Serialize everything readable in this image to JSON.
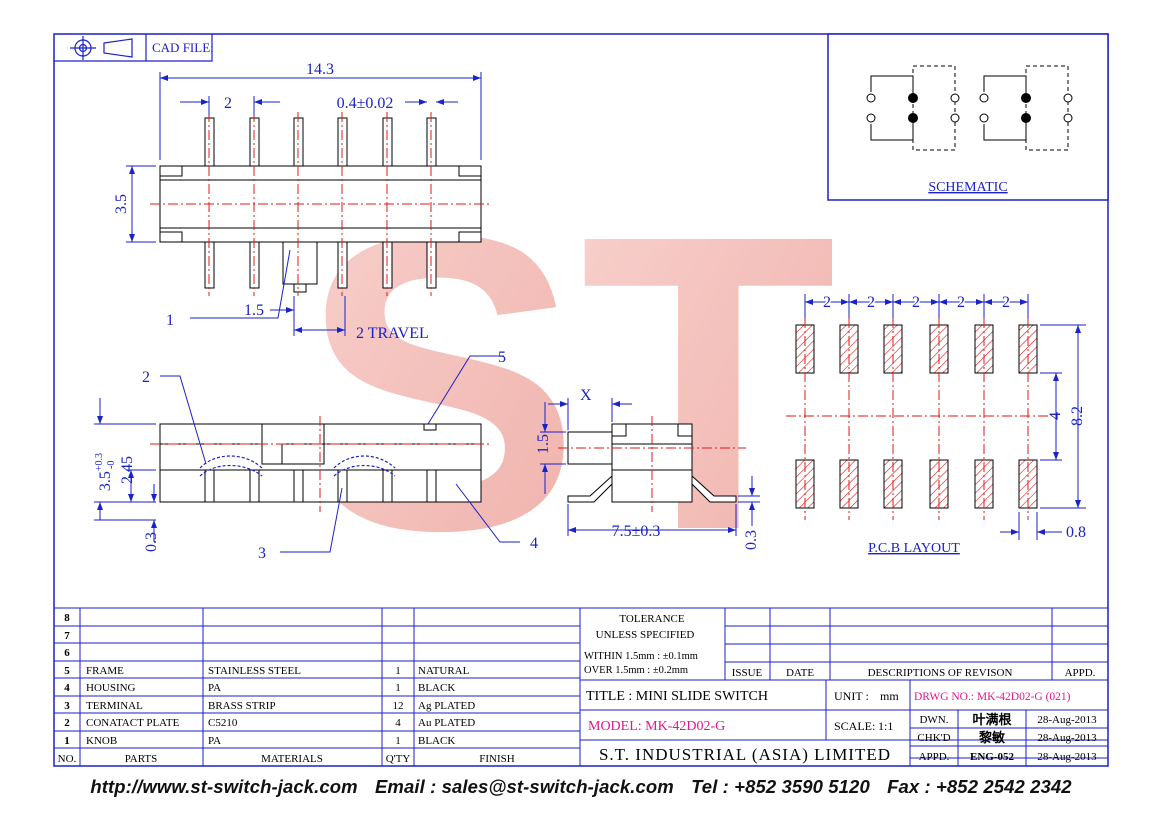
{
  "colors": {
    "frame": "#1a22c8",
    "drawing": "#000000",
    "center_line": "#e01818",
    "magenta": "#e0188c",
    "watermark": "#f2b3ad"
  },
  "header": {
    "cad_label": "CAD FILE:",
    "projection_icon": "first-angle-projection-icon"
  },
  "watermark": {
    "letter1": "S",
    "letter2": "T"
  },
  "top_view": {
    "dim_overall": "14.3",
    "dim_pitch": "2",
    "dim_pin_width": "0.4±0.02",
    "dim_height": "3.5",
    "dim_travel_offset": "1.5",
    "dim_travel": "2 TRAVEL",
    "callout_knob": "1"
  },
  "front_view": {
    "dim_total_height": "3.5",
    "dim_tol_upper": "+0.3",
    "dim_tol_lower": "-0",
    "dim_body_height": "2.45",
    "dim_pin": "0.3",
    "callout_contact": "2",
    "callout_terminal": "3",
    "callout_housing": "4",
    "callout_frame": "5"
  },
  "side_view": {
    "dim_x": "X",
    "dim_knob": "1.5",
    "dim_width": "7.5±0.3",
    "dim_thickness": "0.3"
  },
  "schematic": {
    "label": "SCHEMATIC"
  },
  "pcb_layout": {
    "pitch_labels": [
      "2",
      "2",
      "2",
      "2",
      "2"
    ],
    "dim_row_spacing": "4",
    "dim_total": "8.2",
    "dim_pad_width": "0.8",
    "label": "P.C.B LAYOUT"
  },
  "parts_table": {
    "col_headers": [
      "NO.",
      "PARTS",
      "MATERIALS",
      "Q'TY",
      "FINISH"
    ],
    "rows": [
      {
        "no": "8",
        "part": "",
        "material": "",
        "qty": "",
        "finish": ""
      },
      {
        "no": "7",
        "part": "",
        "material": "",
        "qty": "",
        "finish": ""
      },
      {
        "no": "6",
        "part": "",
        "material": "",
        "qty": "",
        "finish": ""
      },
      {
        "no": "5",
        "part": "FRAME",
        "material": "STAINLESS STEEL",
        "qty": "1",
        "finish": "NATURAL"
      },
      {
        "no": "4",
        "part": "HOUSING",
        "material": "PA",
        "qty": "1",
        "finish": "BLACK"
      },
      {
        "no": "3",
        "part": "TERMINAL",
        "material": "BRASS STRIP",
        "qty": "12",
        "finish": "Ag PLATED"
      },
      {
        "no": "2",
        "part": "CONATACT PLATE",
        "material": "C5210",
        "qty": "4",
        "finish": "Au PLATED"
      },
      {
        "no": "1",
        "part": "KNOB",
        "material": "PA",
        "qty": "1",
        "finish": "BLACK"
      }
    ]
  },
  "title_block": {
    "tolerance_title": "TOLERANCE",
    "tolerance_subtitle": "UNLESS   SPECIFIED",
    "tolerance_line1": "WITHIN  1.5mm : ±0.1mm",
    "tolerance_line2": "OVER   1.5mm : ±0.2mm",
    "col_issue": "ISSUE",
    "col_date": "DATE",
    "col_desc": "DESCRIPTIONS  OF  REVISON",
    "col_appd": "APPD.",
    "title": "TITLE : MINI SLIDE SWITCH",
    "unit_label": "UNIT :",
    "unit_value": "mm",
    "drwg_no": "DRWG NO.: MK-42D02-G (021)",
    "model": "MODEL: MK-42D02-G",
    "scale_label": "SCALE:",
    "scale_value": "1:1",
    "dwn_label": "DWN.",
    "dwn_name": "叶满根",
    "dwn_date": "28-Aug-2013",
    "chk_label": "CHK'D",
    "chk_name": "黎敏",
    "chk_date": "28-Aug-2013",
    "appd_label": "APPD.",
    "appd_name": "ENG-052",
    "appd_date": "28-Aug-2013",
    "company": "S.T. INDUSTRIAL  (ASIA)  LIMITED"
  },
  "footer": {
    "website": "http://www.st-switch-jack.com",
    "email": "Email : sales@st-switch-jack.com",
    "tel": "Tel : +852 3590 5120",
    "fax": "Fax : +852 2542 2342"
  }
}
